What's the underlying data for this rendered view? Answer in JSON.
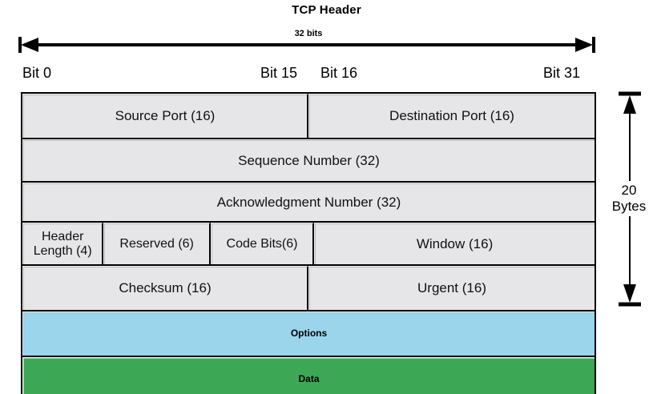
{
  "title": "TCP Header",
  "width_annotation": {
    "label": "32 bits",
    "arrow": "double-headed-horizontal-arrow"
  },
  "bit_labels": {
    "start": "Bit 0",
    "mid_left": "Bit 15",
    "mid_right": "Bit 16",
    "end": "Bit 31"
  },
  "height_annotation": {
    "line1": "20",
    "line2": "Bytes",
    "arrow": "double-headed-vertical-arrow"
  },
  "colors": {
    "field_fill": "#e6e6e8",
    "options_fill": "#9ad5ec",
    "data_fill": "#3ca855",
    "border": "#000000",
    "text": "#111111"
  },
  "packet_rows": [
    {
      "name": "ports-row",
      "cells": [
        {
          "label": "Source Port (16)",
          "fill": "field"
        },
        {
          "label": "Destination Port (16)",
          "fill": "field"
        }
      ]
    },
    {
      "name": "sequence-row",
      "cells": [
        {
          "label": "Sequence Number (32)",
          "fill": "field"
        }
      ]
    },
    {
      "name": "acknowledgment-row",
      "cells": [
        {
          "label": "Acknowledgment Number (32)",
          "fill": "field"
        }
      ]
    },
    {
      "name": "flags-window-row",
      "cells": [
        {
          "label": "Header Length (4)",
          "fill": "field"
        },
        {
          "label": "Reserved (6)",
          "fill": "field"
        },
        {
          "label": "Code Bits(6)",
          "fill": "field"
        },
        {
          "label": "Window (16)",
          "fill": "field"
        }
      ]
    },
    {
      "name": "checksum-urgent-row",
      "cells": [
        {
          "label": "Checksum (16)",
          "fill": "field"
        },
        {
          "label": "Urgent (16)",
          "fill": "field"
        }
      ]
    },
    {
      "name": "options-row",
      "cells": [
        {
          "label": "Options",
          "fill": "options"
        }
      ]
    },
    {
      "name": "data-row",
      "cells": [
        {
          "label": "Data",
          "fill": "data"
        }
      ]
    }
  ]
}
